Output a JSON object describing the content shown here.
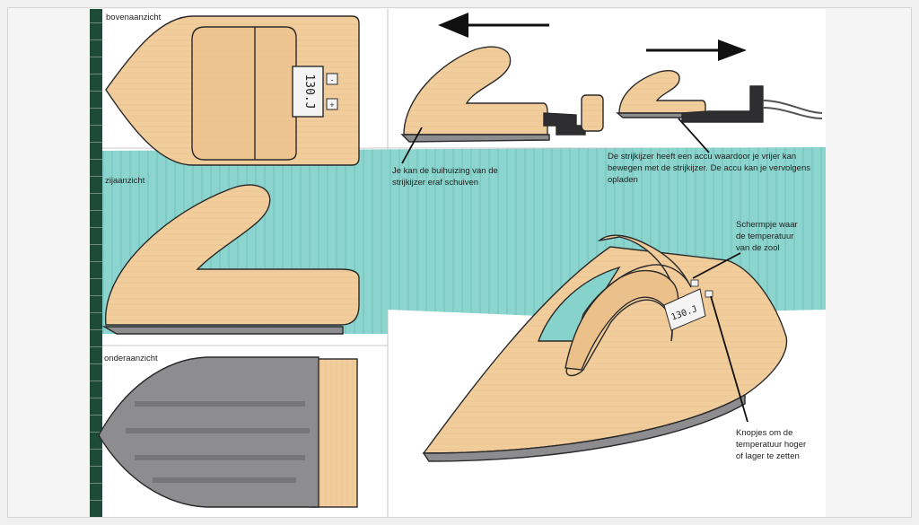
{
  "views": {
    "top": "bovenaanzicht",
    "side": "zijaanzicht",
    "bottom": "onderaanzicht"
  },
  "display_reading": "130.J",
  "buttons": {
    "minus": "-",
    "plus": "+"
  },
  "annotations": {
    "slide_housing": "Je kan de buihuizing van de strijkijzer eraf schuiven",
    "battery": "De strijkijzer heeft een accu waardoor je vrijer kan bewegen met de strijkijzer. De accu kan je vervolgens opladen",
    "screen": "Schermpje waar de temperatuur van de zool",
    "knobs": "Knopjes om de temperatuur hoger of lager te zetten"
  },
  "colors": {
    "wood": "#f1cd9c",
    "wood_dark": "#e2ae72",
    "sole": "#8d8d90",
    "teal": "#7fd0c9",
    "outline": "#2a2a2a"
  }
}
